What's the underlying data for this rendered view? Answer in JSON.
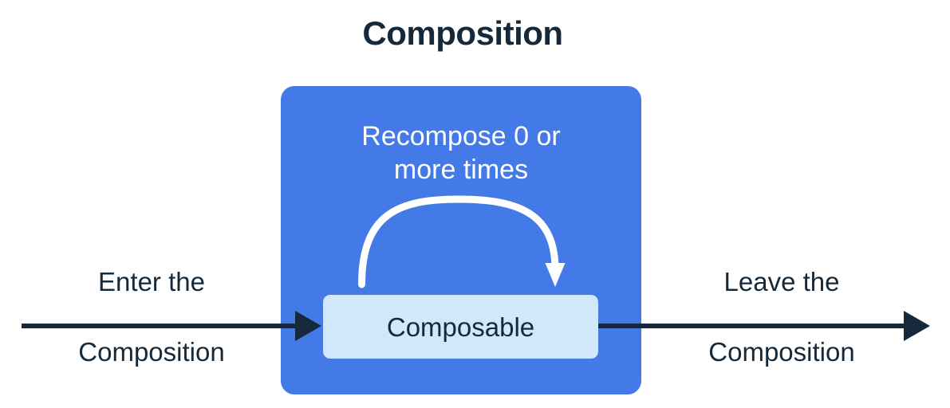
{
  "diagram": {
    "title": "Composition",
    "type": "flow-diagram",
    "colors": {
      "title_text": "#16293a",
      "region_fill": "#4479e8",
      "region_label": "#ffffff",
      "inner_box_fill": "#d1e8fb",
      "inner_box_text": "#16293a",
      "arrow_dark": "#16293a",
      "arrow_light": "#ffffff",
      "background": "#ffffff"
    },
    "region": {
      "name": "Composition",
      "caption_line1": "Recompose 0 or",
      "caption_line2": "more times",
      "caption_full": "Recompose 0 or more times",
      "inner_box_label": "Composable",
      "loop_arrow_label": "recompose-loop"
    },
    "entry": {
      "caption_line1": "Enter the",
      "caption_line2": "Composition",
      "caption_full": "Enter the Composition",
      "arrow_direction": "right"
    },
    "exit": {
      "caption_line1": "Leave the",
      "caption_line2": "Composition",
      "caption_full": "Leave the Composition",
      "arrow_direction": "right"
    }
  }
}
